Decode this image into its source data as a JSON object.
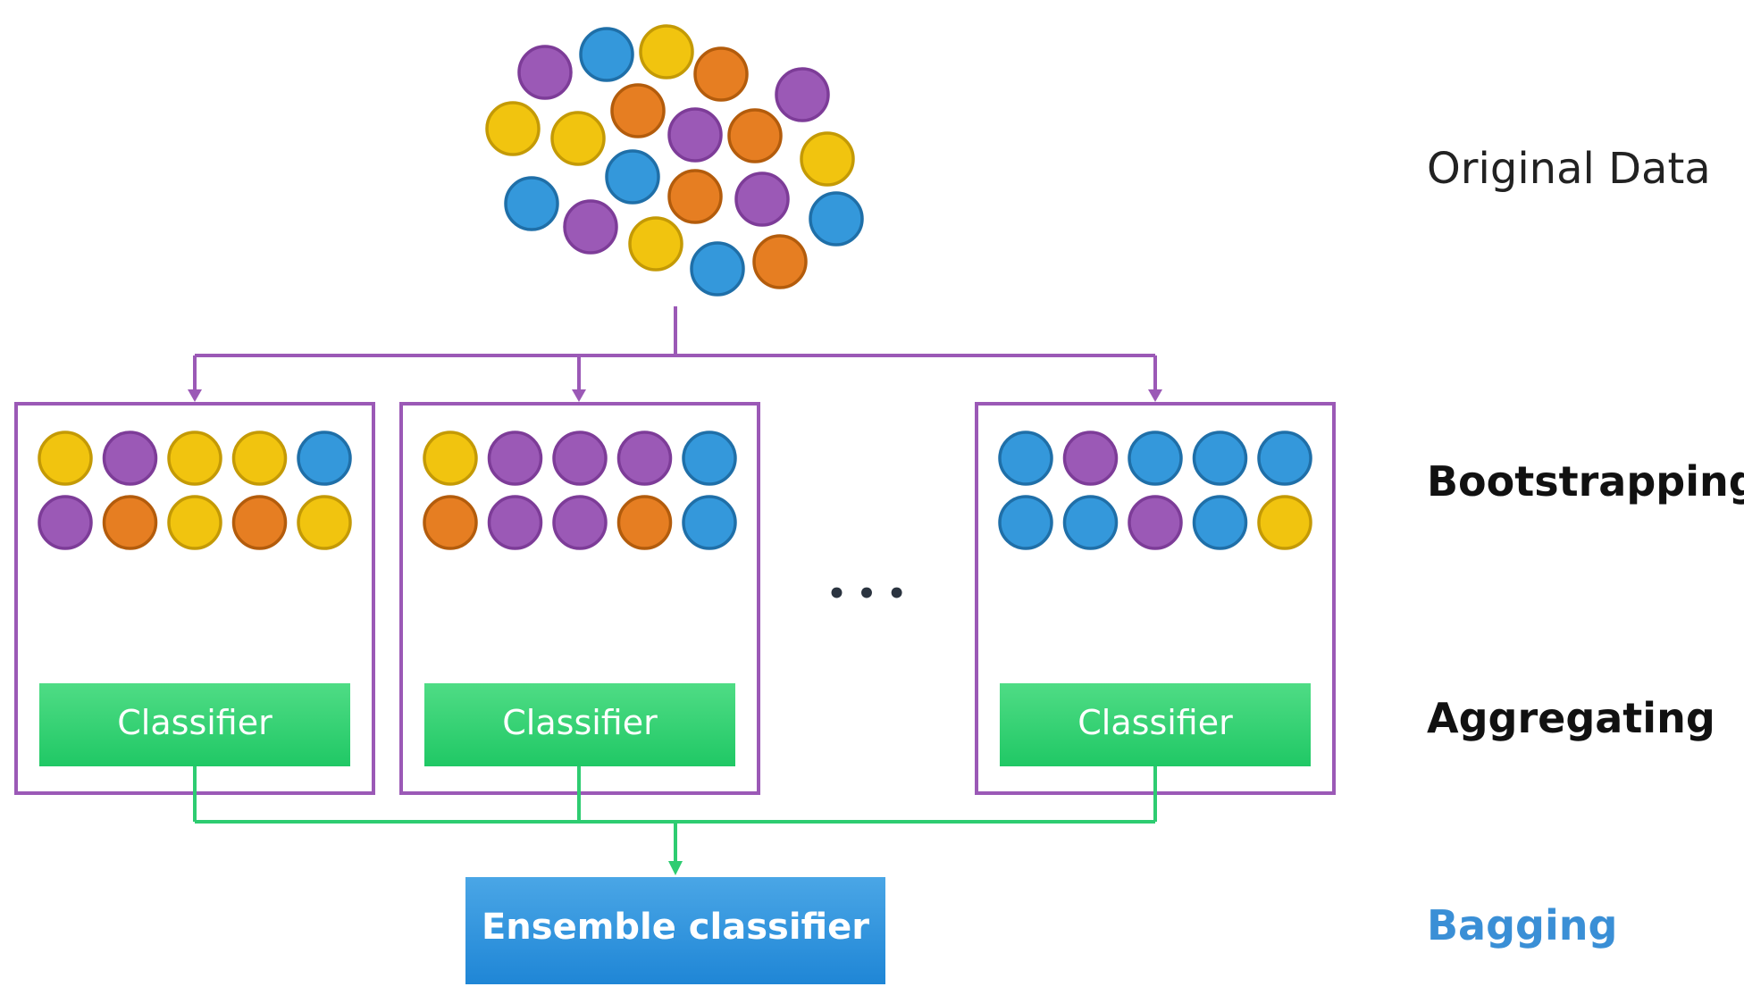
{
  "labels": {
    "original_data": "Original Data",
    "bootstrapping": "Bootstrapping",
    "aggregating": "Aggregating",
    "bagging": "Bagging",
    "classifier": "Classifier",
    "ensemble": "Ensemble classifier",
    "ellipsis": "• • •"
  },
  "colors": {
    "purple": "#9b59b6",
    "purple_stroke": "#7d3c98",
    "blue": "#3498db",
    "blue_stroke": "#1f6fa8",
    "yellow": "#f1c40f",
    "yellow_stroke": "#c49a05",
    "orange": "#e67e22",
    "orange_stroke": "#b35c0c",
    "box_border": "#9b59b6",
    "green_connector": "#2ecc71",
    "classifier_top": "#4fdc85",
    "classifier_bottom": "#20c865",
    "ensemble_top": "#4aa6e6",
    "ensemble_bottom": "#1f86d6",
    "bagging_text": "#3a8fd6",
    "label_dark": "#111111",
    "label_light": "#222222"
  },
  "original_data_points": [
    "purple",
    "blue",
    "yellow",
    "orange",
    "purple",
    "yellow",
    "yellow",
    "orange",
    "purple",
    "orange",
    "yellow",
    "blue",
    "blue",
    "orange",
    "purple",
    "blue",
    "purple",
    "yellow",
    "blue",
    "orange"
  ],
  "bootstrap_samples": [
    {
      "row1": [
        "yellow",
        "purple",
        "yellow",
        "yellow",
        "blue"
      ],
      "row2": [
        "purple",
        "orange",
        "yellow",
        "orange",
        "yellow"
      ]
    },
    {
      "row1": [
        "yellow",
        "purple",
        "purple",
        "purple",
        "blue"
      ],
      "row2": [
        "orange",
        "purple",
        "purple",
        "orange",
        "blue"
      ]
    },
    {
      "row1": [
        "blue",
        "purple",
        "blue",
        "blue",
        "blue"
      ],
      "row2": [
        "blue",
        "blue",
        "purple",
        "blue",
        "yellow"
      ]
    }
  ]
}
